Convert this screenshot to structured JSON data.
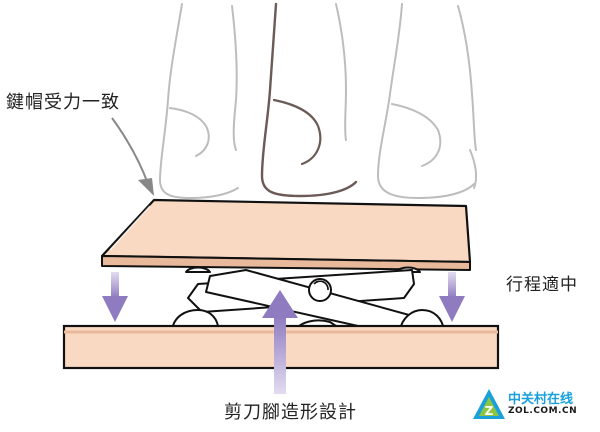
{
  "labels": {
    "keycap_force": "鍵帽受力一致",
    "travel": "行程適中",
    "scissor": "剪刀腳造形設計"
  },
  "watermark": {
    "name_cn": "中关村在线",
    "name_en": "ZOL.COM.CN",
    "logo_letter": "Z"
  },
  "colors": {
    "keycap_fill": "#f9d9c2",
    "keycap_side": "#e8b99b",
    "base_fill": "#f9d9c2",
    "arrow": "#9b88c6",
    "outline": "#111111",
    "finger_line": "#bdbdbd",
    "finger_line_dark": "#6b5a55",
    "watermark_blue": "#1aa1dc",
    "watermark_green": "#8cc63f"
  }
}
